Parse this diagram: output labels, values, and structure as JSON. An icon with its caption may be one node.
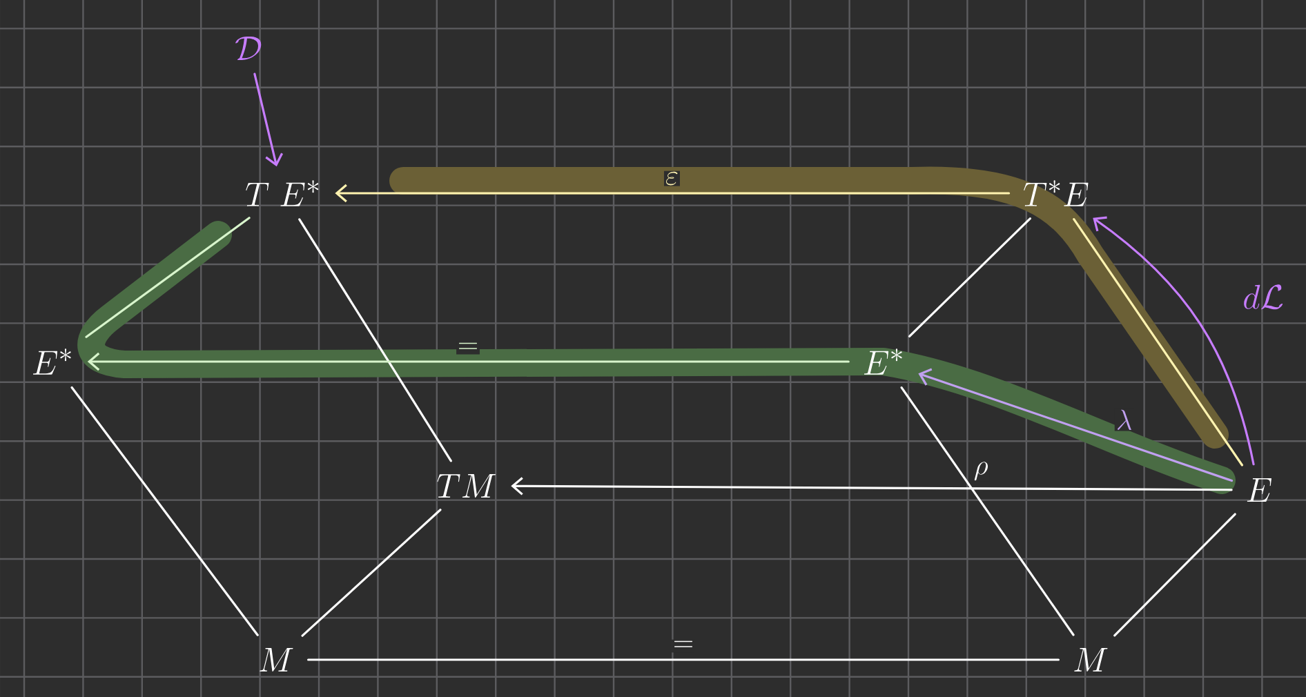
{
  "diagram": {
    "nodes": [
      {
        "text": [
          "\\mathcal{D}"
        ]
      },
      {
        "text": [
          "T\\;E^{*}"
        ]
      },
      {
        "text": [
          "T^{*}E"
        ]
      },
      {
        "text": [
          "E^{*}"
        ]
      },
      {
        "text": [
          "E^{*}"
        ]
      },
      {
        "text": [
          "TM"
        ]
      },
      {
        "text": [
          "E"
        ]
      },
      {
        "text": [
          "M"
        ]
      },
      {
        "text": [
          "M"
        ]
      }
    ],
    "edges": [
      {
        "from": 0,
        "to": 1,
        "arrow": "to",
        "color": "#c77dff"
      },
      {
        "from": 2,
        "to": 1,
        "arrow": "to",
        "label": "\\varepsilon",
        "color": "#fff3b0"
      },
      {
        "from": 1,
        "to": 3,
        "arrow": "none",
        "color": "#d8f5cc"
      },
      {
        "from": 1,
        "to": 5,
        "arrow": "none"
      },
      {
        "from": 4,
        "to": 3,
        "arrow": "to",
        "label": "=",
        "color": "#d8f5cc"
      },
      {
        "from": 4,
        "to": 2,
        "arrow": "none"
      },
      {
        "from": 2,
        "to": 6,
        "arrow": "none",
        "color": "#fff3b0"
      },
      {
        "from": 6,
        "to": 5,
        "arrow": "to",
        "label": "\\rho"
      },
      {
        "from": 6,
        "to": 4,
        "arrow": "to",
        "label": "\\lambda",
        "color": "#c0a0f0"
      },
      {
        "from": 6,
        "to": 2,
        "arrow": "to",
        "label": "d\\mathcal{L}",
        "color": "#c77dff"
      },
      {
        "from": 3,
        "to": 7,
        "arrow": "none"
      },
      {
        "from": 5,
        "to": 7,
        "arrow": "none"
      },
      {
        "from": 4,
        "to": 8,
        "arrow": "none"
      },
      {
        "from": 6,
        "to": 8,
        "arrow": "none"
      },
      {
        "from": 8,
        "to": 7,
        "arrow": "none",
        "label": "="
      }
    ]
  }
}
